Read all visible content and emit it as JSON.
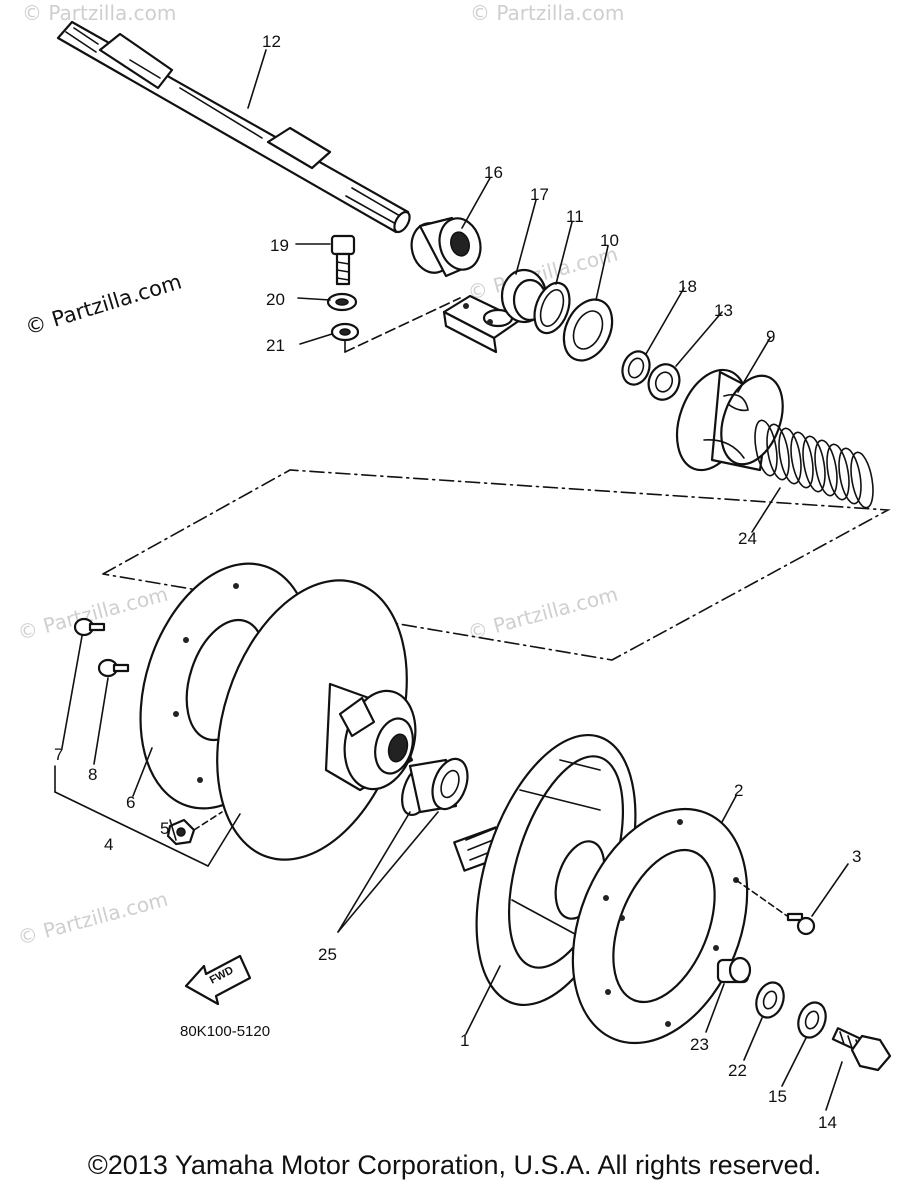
{
  "diagram": {
    "part_numbers": [
      "12",
      "16",
      "17",
      "11",
      "10",
      "19",
      "20",
      "21",
      "18",
      "13",
      "9",
      "24",
      "7",
      "8",
      "6",
      "4",
      "5",
      "2",
      "3",
      "25",
      "1",
      "23",
      "22",
      "15",
      "14"
    ],
    "drawing_code": "80K100-5120",
    "fwd_label": "FWD"
  },
  "watermarks": {
    "main": "© Partzilla.com",
    "faded": "© Partzilla.com"
  },
  "footer": {
    "copyright": "©2013 Yamaha Motor Corporation, U.S.A. All rights reserved."
  }
}
